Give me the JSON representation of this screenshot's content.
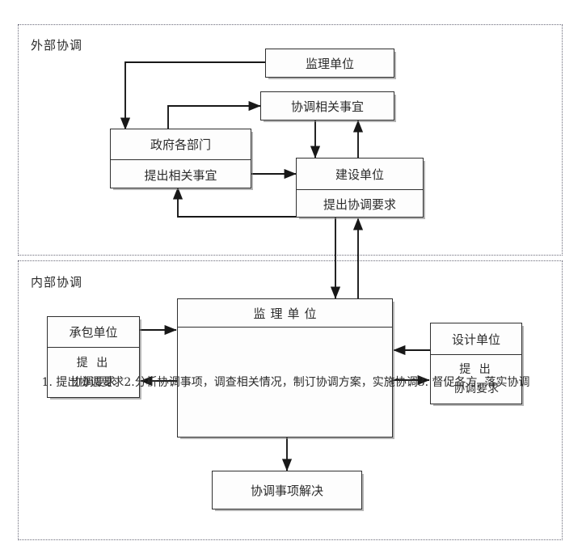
{
  "diagram": {
    "regions": [
      {
        "id": "external",
        "label": "外部协调"
      },
      {
        "id": "internal",
        "label": "内部协调"
      }
    ],
    "nodes": {
      "supervisor_top": {
        "title": "监理单位"
      },
      "coordination_matters": {
        "title": "协调相关事宜"
      },
      "government": {
        "title": "政府各部门",
        "sub": "提出相关事宜"
      },
      "construction_unit": {
        "title": "建设单位",
        "sub": "提出协调要求"
      },
      "contractor": {
        "title": "承包单位",
        "sub_line1": "提  出",
        "sub_line2": "协调要求"
      },
      "designer": {
        "title": "设计单位",
        "sub_line1": "提  出",
        "sub_line2": "协调要求"
      },
      "supervisor_main": {
        "title": "监理单位",
        "items": [
          "1. 提出协调要求",
          "2.分析协调事项，调查相关情",
          "况，制订协调方案，实施协调",
          "3. 督促各方, 落实协调"
        ]
      },
      "resolved": {
        "title": "协调事项解决"
      }
    },
    "colors": {
      "stroke": "#2f2f2f",
      "box_fill": "#fdfdfd",
      "region_border": "#6b6b7a",
      "text": "#2b2b2b"
    }
  }
}
